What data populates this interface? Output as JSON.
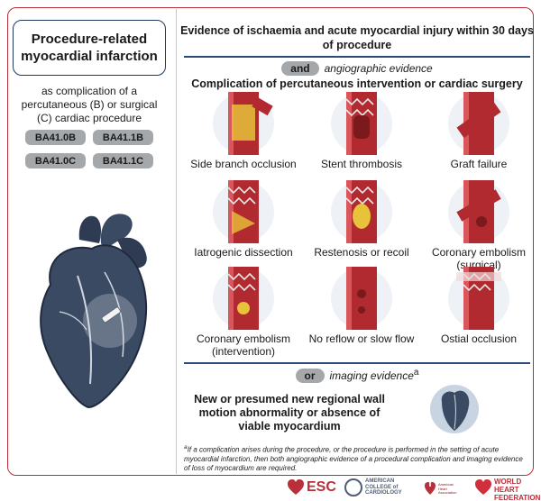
{
  "left": {
    "title": "Procedure-related myocardial infarction",
    "subtitle": "as complication of a percutaneous (B) or surgical (C) cardiac procedure",
    "codes": [
      "BA41.0B",
      "BA41.1B",
      "BA41.0C",
      "BA41.1C"
    ]
  },
  "right": {
    "heading": "Evidence of ischaemia and acute myocardial injury within 30 days of procedure",
    "and_pill": "and",
    "and_text": "angiographic evidence",
    "complication_heading": "Complication of percutaneous intervention or cardiac surgery",
    "items": [
      {
        "label": "Side branch occlusion"
      },
      {
        "label": "Stent thrombosis"
      },
      {
        "label": "Graft failure"
      },
      {
        "label": "Iatrogenic dissection"
      },
      {
        "label": "Restenosis or recoil"
      },
      {
        "label": "Coronary embolism (surgical)"
      },
      {
        "label": "Coronary embolism (intervention)"
      },
      {
        "label": "No reflow or slow flow"
      },
      {
        "label": "Ostial occlusion"
      }
    ],
    "or_pill": "or",
    "or_text": "imaging evidence",
    "or_sup": "a",
    "imaging_text": "New or presumed new regional wall motion abnormality or absence of viable myocardium",
    "footnote_mark": "a",
    "footnote": "If a complication arises during the procedure, or the procedure is performed in the setting of acute myocardial infarction, then both angiographic evidence of a procedural complication and imaging evidence of loss of myocardium are required."
  },
  "logos": {
    "esc": "ESC",
    "acc_line1": "AMERICAN",
    "acc_line2": "COLLEGE of",
    "acc_line3": "CARDIOLOGY",
    "aha_line1": "American",
    "aha_line2": "Heart",
    "aha_line3": "Association",
    "whf_line1": "WORLD",
    "whf_line2": "HEART",
    "whf_line3": "FEDERATION"
  },
  "colors": {
    "frame": "#b7303a",
    "pill": "#a5a8ab",
    "rule": "#2b4a78",
    "title_border": "#1f3a5c",
    "vessel": "#b02a2f",
    "heart": "#3b4a63"
  }
}
